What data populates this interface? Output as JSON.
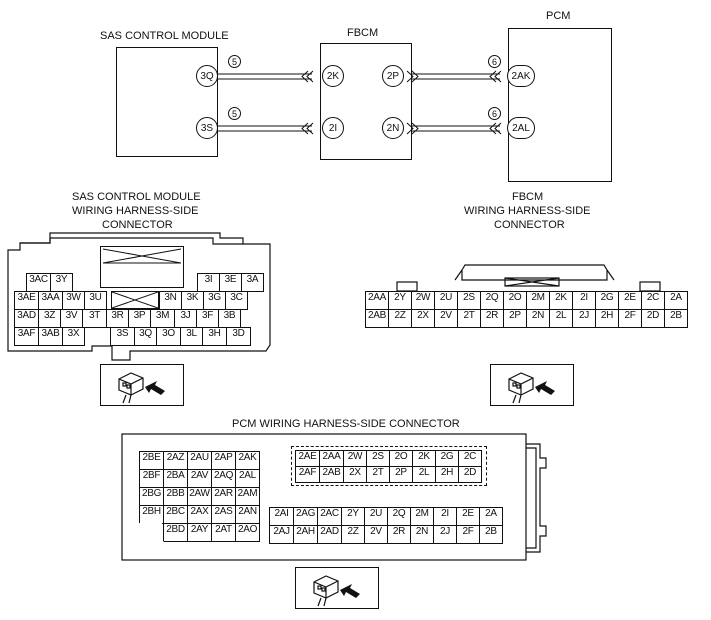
{
  "wiring_diagram": {
    "sas_module_label": "SAS CONTROL MODULE",
    "fbcm_label": "FBCM",
    "pcm_label": "PCM",
    "sas_pins": [
      "3Q",
      "3S"
    ],
    "fbcm_left_pins": [
      "2K",
      "2I"
    ],
    "fbcm_right_pins": [
      "2P",
      "2N"
    ],
    "pcm_pins": [
      "2AK",
      "2AL"
    ],
    "wire_codes_left": [
      "5",
      "5"
    ],
    "wire_codes_right": [
      "6",
      "6"
    ]
  },
  "sas_connector": {
    "title_lines": [
      "SAS CONTROL MODULE",
      "WIRING HARNESS-SIDE",
      "CONNECTOR"
    ],
    "row1_left": [
      "3AC",
      "3Y"
    ],
    "row1_right": [
      "3I",
      "3E",
      "3A"
    ],
    "row2_left": [
      "3AE",
      "3AA",
      "3W",
      "3U"
    ],
    "row2_right": [
      "3N",
      "3K",
      "3G",
      "3C"
    ],
    "row3": [
      "3AD",
      "3Z",
      "3V",
      "3T",
      "3R",
      "3P",
      "3M",
      "3J",
      "3F",
      "3B"
    ],
    "row4_left": [
      "3AF",
      "3AB",
      "3X"
    ],
    "row4_right": [
      "3S",
      "3Q",
      "3O",
      "3L",
      "3H",
      "3D"
    ]
  },
  "fbcm_connector": {
    "title_lines": [
      "FBCM",
      "WIRING HARNESS-SIDE",
      "CONNECTOR"
    ],
    "row1": [
      "2AA",
      "2Y",
      "2W",
      "2U",
      "2S",
      "2Q",
      "2O",
      "2M",
      "2K",
      "2I",
      "2G",
      "2E",
      "2C",
      "2A"
    ],
    "row2": [
      "2AB",
      "2Z",
      "2X",
      "2V",
      "2T",
      "2R",
      "2P",
      "2N",
      "2L",
      "2J",
      "2H",
      "2F",
      "2D",
      "2B"
    ]
  },
  "pcm_connector": {
    "title": "PCM WIRING HARNESS-SIDE CONNECTOR",
    "left_rows": [
      [
        "2BE",
        "2AZ",
        "2AU",
        "2AP",
        "2AK"
      ],
      [
        "2BF",
        "2BA",
        "2AV",
        "2AQ",
        "2AL"
      ],
      [
        "2BG",
        "2BB",
        "2AW",
        "2AR",
        "2AM"
      ],
      [
        "2BH",
        "2BC",
        "2AX",
        "2AS",
        "2AN"
      ],
      [
        "",
        "2BD",
        "2AY",
        "2AT",
        "2AO"
      ]
    ],
    "top_right_rows": [
      [
        "2AE",
        "2AA",
        "2W",
        "2S",
        "2O",
        "2K",
        "2G",
        "2C"
      ],
      [
        "2AF",
        "2AB",
        "2X",
        "2T",
        "2P",
        "2L",
        "2H",
        "2D"
      ]
    ],
    "bottom_right_rows": [
      [
        "2AI",
        "2AG",
        "2AC",
        "2Y",
        "2U",
        "2Q",
        "2M",
        "2I",
        "2E",
        "2A"
      ],
      [
        "2AJ",
        "2AH",
        "2AD",
        "2Z",
        "2V",
        "2R",
        "2N",
        "2J",
        "2F",
        "2B"
      ]
    ]
  },
  "icons": [
    "connector-view-icon",
    "connector-view-icon",
    "connector-view-icon"
  ]
}
